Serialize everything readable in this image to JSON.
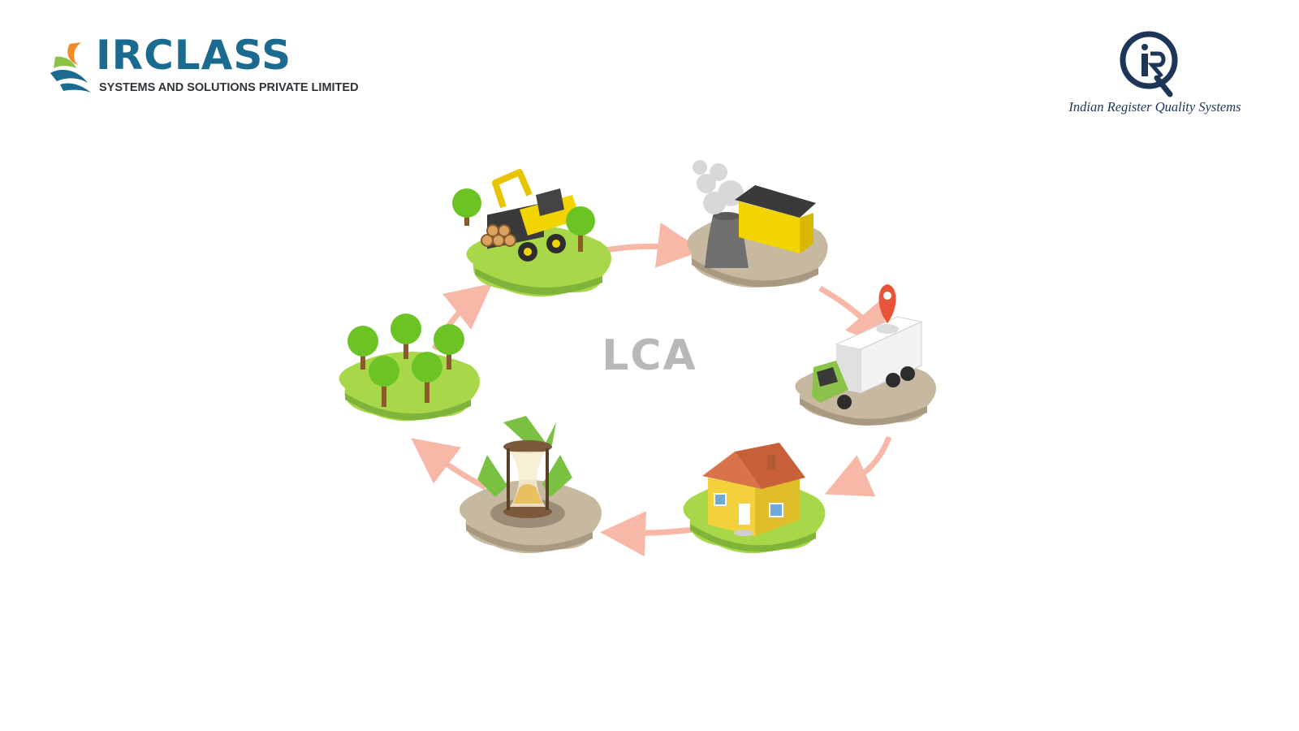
{
  "logos": {
    "irclass": {
      "wordmark": "IRCLASS",
      "subtitle": "SYSTEMS AND SOLUTIONS PRIVATE LIMITED",
      "color": "#1a6b8f"
    },
    "irqs": {
      "monogram": "iR",
      "text": "Indian Register Quality Systems",
      "color": "#1d3658"
    }
  },
  "diagram": {
    "center_label": "LCA",
    "stages": [
      {
        "name": "raw-material-extraction",
        "icon": "excavator-logs-icon"
      },
      {
        "name": "manufacturing",
        "icon": "factory-icon"
      },
      {
        "name": "transportation",
        "icon": "delivery-truck-icon"
      },
      {
        "name": "use",
        "icon": "house-icon"
      },
      {
        "name": "end-of-life-recycling",
        "icon": "recycle-hourglass-icon"
      },
      {
        "name": "regrowth",
        "icon": "forest-icon"
      }
    ],
    "colors": {
      "arrow": "#f7b8a8",
      "grass": "#a8d84a",
      "ground": "#c7b8a0",
      "label": "#b8b8b8"
    }
  }
}
